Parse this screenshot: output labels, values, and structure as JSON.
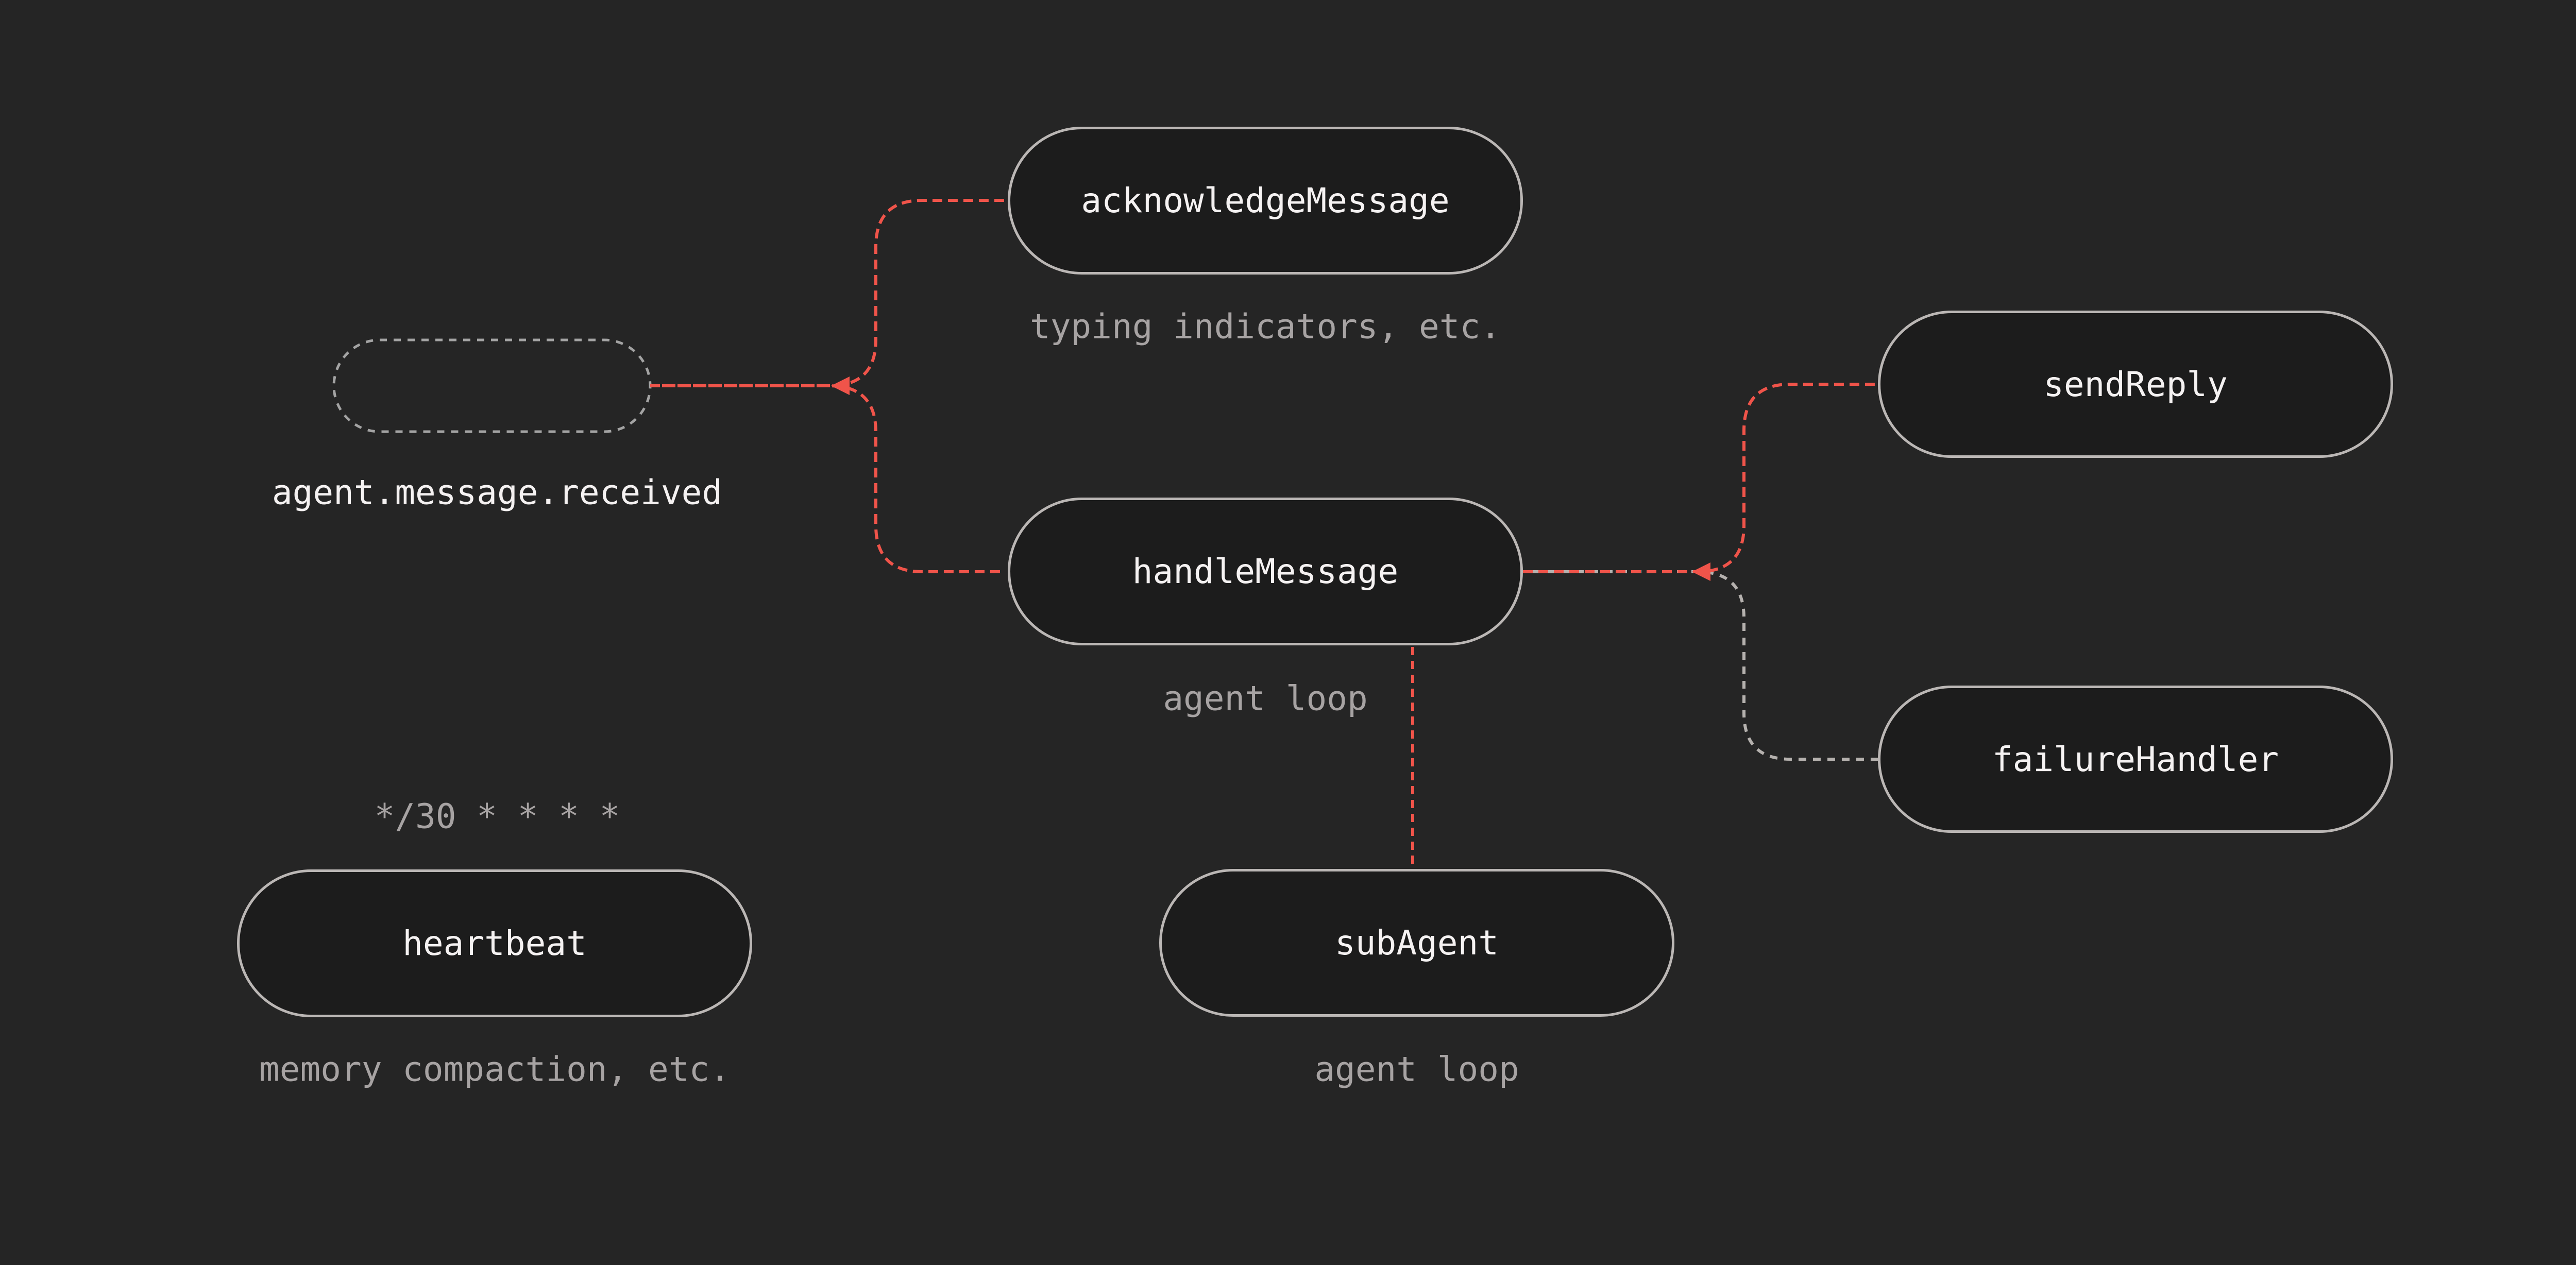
{
  "colors": {
    "bg": "#252525",
    "fill": "#1c1c1c",
    "border": "#bbb7b5",
    "pill": "#a3a3a3",
    "red": "#f0544a",
    "gray": "#b5b1ae",
    "label": "#f5f2f2",
    "caption": "#a7a3a3"
  },
  "event_node": {
    "label": "agent.message.received"
  },
  "nodes": {
    "acknowledge": {
      "label": "acknowledgeMessage"
    },
    "handle": {
      "label": "handleMessage"
    },
    "send": {
      "label": "sendReply"
    },
    "failure": {
      "label": "failureHandler"
    },
    "heartbeat": {
      "label": "heartbeat"
    },
    "subagent": {
      "label": "subAgent"
    }
  },
  "captions": {
    "acknowledge_note": "typing indicators, etc.",
    "handle_note": "agent loop",
    "heartbeat_schedule": "*/30 * * * *",
    "heartbeat_note": "memory compaction, etc.",
    "subagent_note": "agent loop"
  },
  "edges": [
    {
      "from": "agent.message.received",
      "to": "acknowledgeMessage",
      "color": "red",
      "style": "dashed"
    },
    {
      "from": "agent.message.received",
      "to": "handleMessage",
      "color": "red",
      "style": "dashed"
    },
    {
      "from": "handleMessage",
      "to": "sendReply",
      "color": "red",
      "style": "dashed"
    },
    {
      "from": "handleMessage",
      "to": "failureHandler",
      "color": "gray",
      "style": "dashed"
    },
    {
      "from": "handleMessage",
      "to": "subAgent",
      "color": "red",
      "style": "dashed"
    }
  ]
}
